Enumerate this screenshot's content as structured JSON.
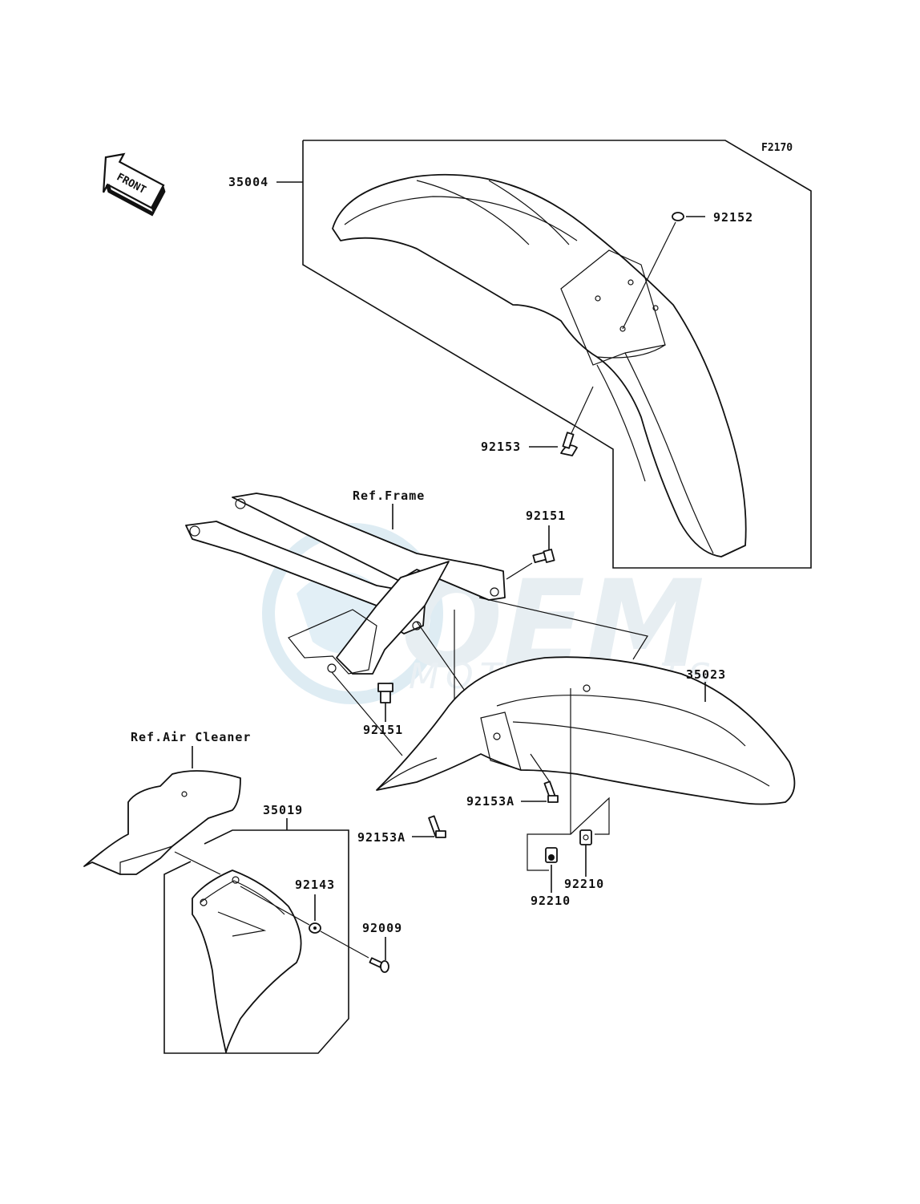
{
  "figure_code": "F2170",
  "direction_badge": "FRONT",
  "watermark": {
    "brand": "OEM",
    "sub": "MOTORPARTS",
    "color": "#cfe3ee"
  },
  "references": {
    "frame": "Ref.Frame",
    "air_cleaner": "Ref.Air Cleaner"
  },
  "callouts": {
    "front_fender": "35004",
    "front_fender_washer": "92152",
    "front_fender_bolt": "92153",
    "frame_bolt_right": "92151",
    "frame_bolt_center": "92151",
    "rear_fender": "35023",
    "rear_fender_bolt_right": "92153A",
    "rear_fender_bolt_left": "92153A",
    "mud_flap": "35019",
    "mud_flap_washer": "92143",
    "mud_flap_screw": "92009",
    "nut_right": "92210",
    "nut_left": "92210"
  }
}
